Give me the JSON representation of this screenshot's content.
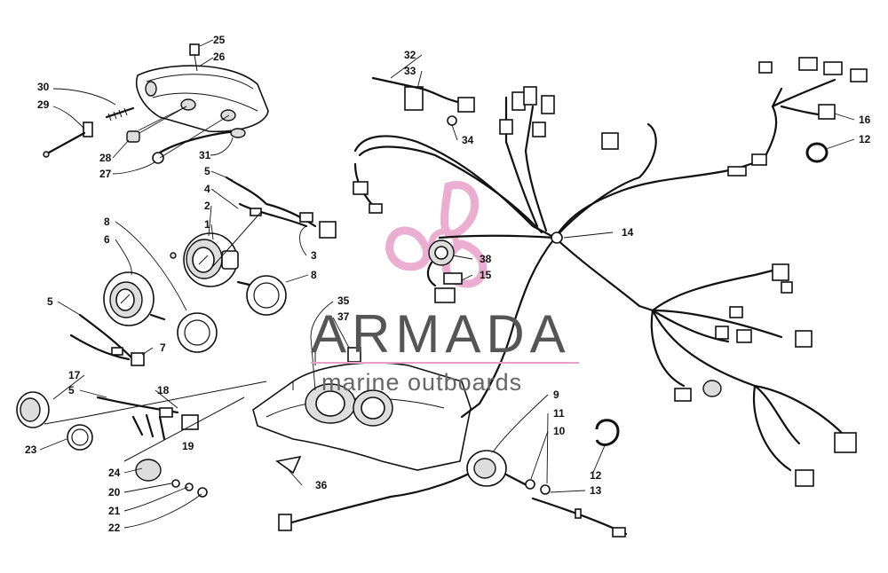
{
  "watermark": {
    "brand": "ARMADA",
    "tagline": "marine outboards",
    "accent_color": "#e8a0c8",
    "text_color": "#555555"
  },
  "callouts": {
    "c25": "25",
    "c26": "26",
    "c30": "30",
    "c29": "29",
    "c28": "28",
    "c27": "27",
    "c31": "31",
    "c5a": "5",
    "c4": "4",
    "c2": "2",
    "c1": "1",
    "c3": "3",
    "c8a": "8",
    "c8b": "8",
    "c6": "6",
    "c5b": "5",
    "c7": "7",
    "c17": "17",
    "c5c": "5",
    "c18": "18",
    "c19": "19",
    "c23": "23",
    "c24": "24",
    "c20": "20",
    "c21": "21",
    "c22": "22",
    "c35": "35",
    "c37": "37",
    "c36": "36",
    "c32": "32",
    "c33": "33",
    "c34": "34",
    "c38": "38",
    "c15": "15",
    "c14": "14",
    "c16": "16",
    "c12a": "12",
    "c9": "9",
    "c11": "11",
    "c10": "10",
    "c12b": "12",
    "c13": "13"
  }
}
